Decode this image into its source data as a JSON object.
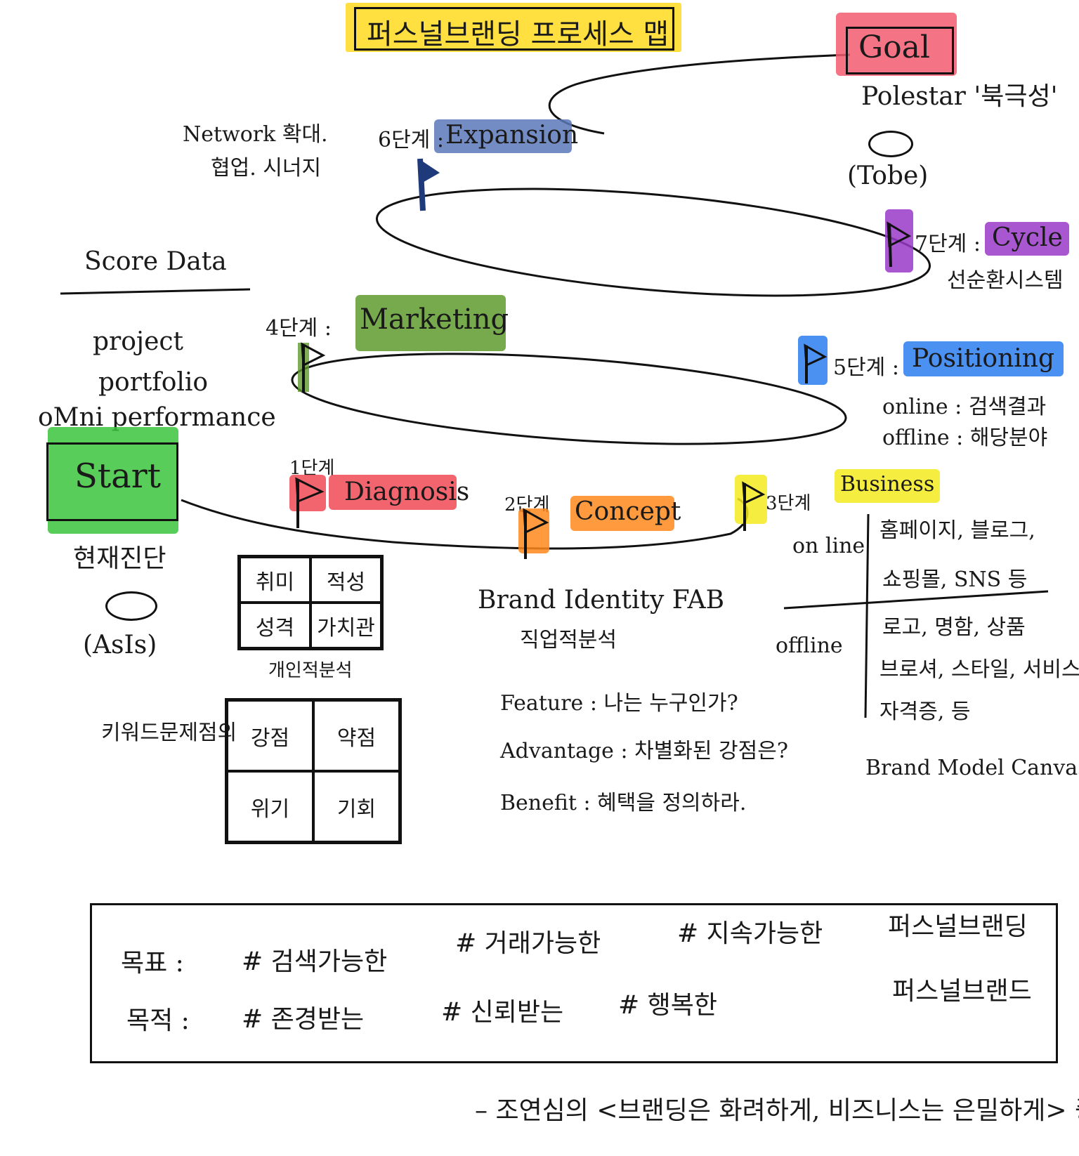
{
  "title": "퍼스널브랜딩 프로세스 맵",
  "colors": {
    "title_bg": "#ffe040",
    "goal": "#f25a6e",
    "start": "#3cc43c",
    "diagnosis": "#f04a55",
    "concept": "#ff8a1c",
    "business": "#f4ea20",
    "marketing": "#5f9a2e",
    "positioning": "#2a7ef0",
    "expansion": "#5a78b8",
    "cycle": "#9a3ac8",
    "flag_dark": "#1e3a7a"
  },
  "goal": {
    "label": "Goal",
    "polestar": "Polestar '북극성'",
    "tobe": "(Tobe)"
  },
  "start": {
    "label": "Start",
    "sub": "현재진단",
    "asis": "(AsIs)"
  },
  "score_data": {
    "heading": "Score Data",
    "items": [
      "project",
      "portfolio",
      "oMni performance"
    ]
  },
  "stages": {
    "s1": {
      "num": "1단계",
      "name": "Diagnosis"
    },
    "s2": {
      "num": "2단계",
      "name": "Concept"
    },
    "s3": {
      "num": "3단계",
      "name": "Business"
    },
    "s4": {
      "num": "4단계 :",
      "name": "Marketing"
    },
    "s5": {
      "num": "5단계 :",
      "name": "Positioning"
    },
    "s6": {
      "num": "6단계 :",
      "name": "Expansion"
    },
    "s7": {
      "num": "7단계 :",
      "name": "Cycle"
    }
  },
  "expansion_notes": [
    "Network 확대.",
    "협업. 시너지"
  ],
  "cycle_note": "선순환시스템",
  "positioning_notes": [
    "online : 검색결과",
    "offline : 해당분야"
  ],
  "personal_grid": {
    "cells": [
      "취미",
      "적성",
      "성격",
      "가치관"
    ],
    "caption": "개인적분석"
  },
  "swot": {
    "label": "키워드문제점의",
    "cells": [
      "강점",
      "약점",
      "위기",
      "기회"
    ]
  },
  "concept_notes": {
    "line1": "Brand Identity FAB",
    "line2": "직업적분석",
    "fab": [
      "Feature : 나는 누구인가?",
      "Advantage : 차별화된 강점은?",
      "Benefit : 혜택을 정의하라."
    ]
  },
  "business": {
    "online_label": "on line",
    "offline_label": "offline",
    "online_items": [
      "홈페이지, 블로그,",
      "쇼핑몰, SNS 등"
    ],
    "offline_items": [
      "로고, 명함, 상품",
      "브로셔, 스타일, 서비스",
      "자격증, 등"
    ],
    "caption": "Brand Model Canvas"
  },
  "goals_box": {
    "goal_label": "목표 :",
    "purpose_label": "목적 :",
    "goal_tags": [
      "# 검색가능한",
      "# 거래가능한",
      "# 지속가능한"
    ],
    "purpose_tags": [
      "# 존경받는",
      "# 신뢰받는",
      "# 행복한"
    ],
    "right_1": "퍼스널브랜딩",
    "right_2": "퍼스널브랜드"
  },
  "footer": "– 조연심의 <브랜딩은 화려하게, 비즈니스는 은밀하게> 중"
}
